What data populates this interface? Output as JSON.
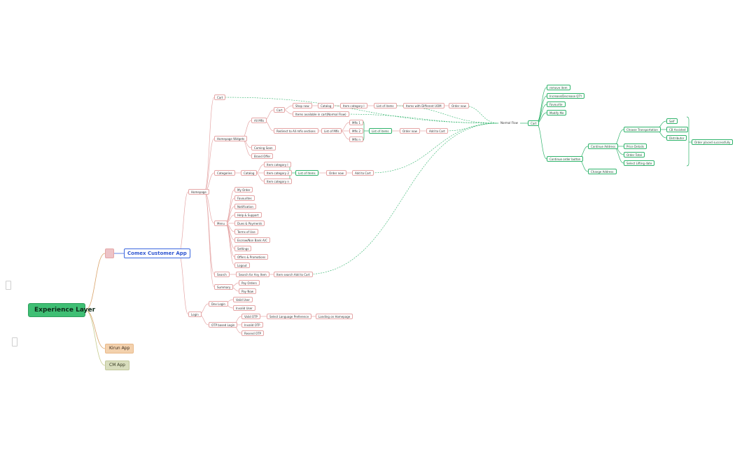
{
  "colors": {
    "pink": "#e5a6a6",
    "green": "#2fb36b",
    "blue": "#3b67e0"
  },
  "nodes": {
    "root": "Experience Layer",
    "blank": "",
    "comex": "Comex Customer App",
    "kirun": "Kirun App",
    "cm": "CM App",
    "homepage": "Homepage",
    "login": "Login",
    "cart_top": "Cart",
    "hp_widgets": "Homepage Widgets",
    "categories": "Categories",
    "menu": "Menu",
    "search": "Search",
    "summary": "Summary",
    "all_mfis": "All Mfis",
    "coming_soon": "Coming Soon",
    "brand_offer": "Brand Offer",
    "cart2": "Cart",
    "shop_now": "Shop now",
    "catalog1": "Catalog",
    "item_cat1": "Item category I",
    "list_items1": "List of items",
    "items_diff": "Items with Different UOM",
    "order_now1": "Order now",
    "items_avail": "Items available in cart(Normal Flow)",
    "redirect": "Redirect to All mfis sections",
    "list_mfis": "List of Mfis",
    "mfis1": "MfIs 1",
    "mfis2": "MfIs 2",
    "mfisn": "MfIs n",
    "list_items2": "List of items",
    "order_now2": "Order now",
    "add_cart2": "Add to Cart",
    "catalog2": "Catalog",
    "ic1": "Item category I",
    "ic2": "Item category 2",
    "icn": "Item category n",
    "list_items3": "List of Items",
    "order_now3": "Order now",
    "add_cart3": "Add to Cart",
    "my_order": "My Order",
    "favourites": "Favourites",
    "notification": "Notification",
    "help": "Help & Support",
    "dues": "Dues & Payments",
    "terms": "Terms of Use",
    "escrow": "Escrow/Non Bank A/C",
    "settings": "Settings",
    "offers": "Offers & Promotions",
    "logout": "Logout",
    "search_any": "Search for Any Item",
    "item_search": "Item search Add to Cart",
    "pay_orders": "Pay Orders",
    "pay_now": "Pay Now",
    "dev_login": "Dev Login",
    "valid_user": "Valid User",
    "invalid_user": "Invalid User",
    "otp_login": "OTP based Login",
    "valid_otp": "Valid OTP",
    "invalid_otp": "Invalid OTP",
    "resend_otp": "Resend OTP",
    "select_lang": "Select Language Preference",
    "landing": "Landing on Homepage",
    "normal_flow": "Normal Flow",
    "cart_main": "Cart",
    "remove_item": "remove item",
    "inc_dec": "Increase/Decrease QTY",
    "favourite": "Favourite",
    "modify": "Modify Me",
    "continue_order": "Continue order button",
    "continue_addr": "Continue Address",
    "change_addr": "Change Address",
    "choose_transport": "Choose Transportation",
    "price_details": "Price Details",
    "order_total": "Order Total",
    "select_lifting": "Select Lifting date",
    "self": "Self",
    "cb_assisted": "CB Assisted",
    "distributor": "Distributor",
    "order_placed": "Order placed successfully"
  }
}
